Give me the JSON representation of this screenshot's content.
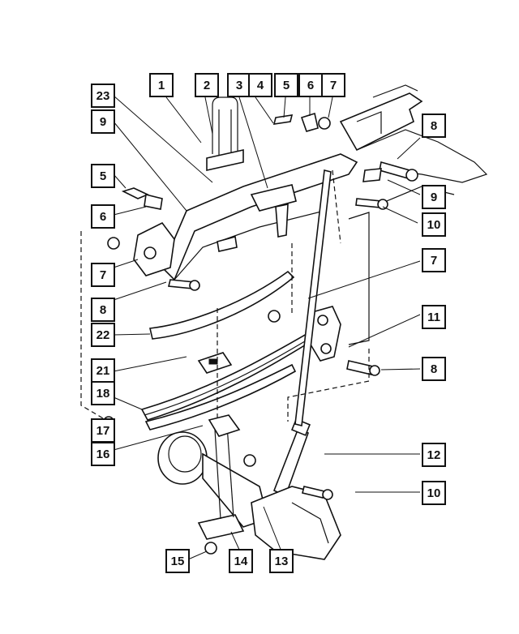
{
  "diagram": {
    "callouts": [
      {
        "id": "c1",
        "label": "1"
      },
      {
        "id": "c2",
        "label": "2"
      },
      {
        "id": "c3",
        "label": "3"
      },
      {
        "id": "c4",
        "label": "4"
      },
      {
        "id": "c5a",
        "label": "5"
      },
      {
        "id": "c6a",
        "label": "6"
      },
      {
        "id": "c7a",
        "label": "7"
      },
      {
        "id": "c23",
        "label": "23"
      },
      {
        "id": "c9a",
        "label": "9"
      },
      {
        "id": "c8a",
        "label": "8"
      },
      {
        "id": "c5b",
        "label": "5"
      },
      {
        "id": "c9b",
        "label": "9"
      },
      {
        "id": "c6b",
        "label": "6"
      },
      {
        "id": "c10a",
        "label": "10"
      },
      {
        "id": "c7b",
        "label": "7"
      },
      {
        "id": "c7c",
        "label": "7"
      },
      {
        "id": "c8b",
        "label": "8"
      },
      {
        "id": "c22",
        "label": "22"
      },
      {
        "id": "c11",
        "label": "11"
      },
      {
        "id": "c21",
        "label": "21"
      },
      {
        "id": "c8c",
        "label": "8"
      },
      {
        "id": "c18",
        "label": "18"
      },
      {
        "id": "c17",
        "label": "17"
      },
      {
        "id": "c16",
        "label": "16"
      },
      {
        "id": "c12",
        "label": "12"
      },
      {
        "id": "c10b",
        "label": "10"
      },
      {
        "id": "c15",
        "label": "15"
      },
      {
        "id": "c14",
        "label": "14"
      },
      {
        "id": "c13",
        "label": "13"
      }
    ]
  }
}
